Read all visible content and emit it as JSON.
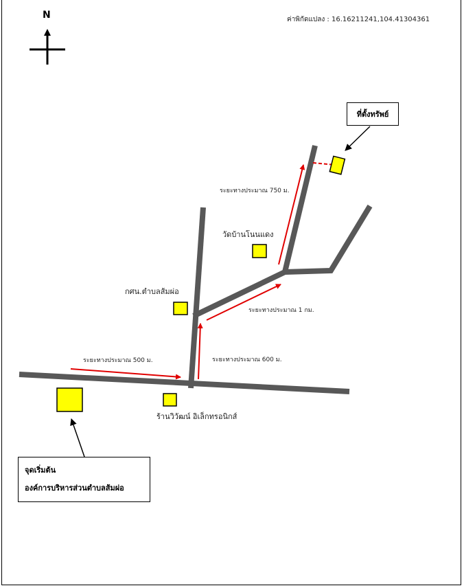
{
  "map": {
    "north_label": "N",
    "coordinates": "ค่าพิกัดแปลง : 16.16211241,104.41304361",
    "property_label": "ที่ตั้งทรัพย์",
    "start_box": {
      "line1": "จุดเริ่มต้น",
      "line2": "องค์การบริหารส่วนตำบลส้มผ่อ"
    },
    "landmarks": {
      "temple": "วัดบ้านโนนแดง",
      "childcare": "กศน.ตำบลส้มผ่อ",
      "shop": "ร้านวิวัฒน์ อิเล็กทรอนิกส์"
    },
    "distances": {
      "d500": "ระยะทางประมาณ 500 ม.",
      "d600": "ระยะทางประมาณ 600 ม.",
      "d1km": "ระยะทางประมาณ 1 กม.",
      "d750": "ระยะทางประมาณ 750 ม."
    },
    "colors": {
      "road": "#585858",
      "route": "#e00000",
      "marker": "#ffff00"
    }
  }
}
